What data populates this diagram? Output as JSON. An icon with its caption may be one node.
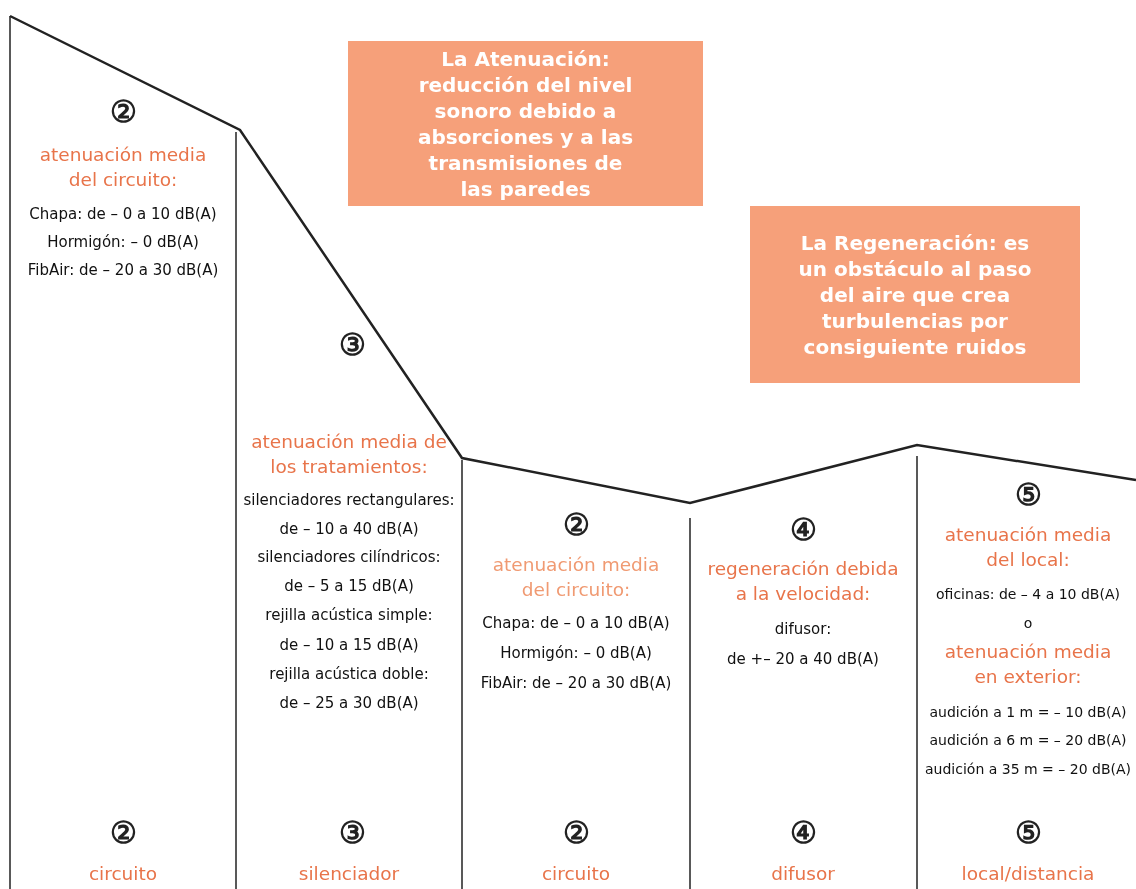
{
  "diagram": {
    "nodes": [
      {
        "text": [
          "La Atenuación: reducción del nivel sonoro debido a absorciones y a las transmisiones de las paredes"
        ]
      },
      {
        "text": [
          "La Regeneración: es un obstáculo al paso del aire que crea turbulencias por consiguiente ruidos"
        ]
      }
    ],
    "edges": [],
    "labels": [
      "②",
      "atenuación media del circuito:",
      "Chapa: de – 0 a 10 dB(A)",
      "Hormigón: – 0 dB(A)",
      "FibAir: de – 20 a 30 dB(A)",
      "③",
      "atenuación media de los tratamientos:",
      "silenciadores rectangulares:",
      "de – 10 a 40 dB(A)",
      "silenciadores cilíndricos:",
      "de – 5 a 15 dB(A)",
      "rejilla acústica simple:",
      "de – 10 a 15 dB(A)",
      "rejilla acústica doble:",
      "de – 25 a 30 dB(A)",
      "②",
      "atenuación media del circuito:",
      "Chapa: de – 0 a 10 dB(A)",
      "Hormigón: – 0 dB(A)",
      "FibAir: de – 20 a 30 dB(A)",
      "④",
      "regeneración debida a la velocidad:",
      "difusor:",
      "de +– 20 a 40 dB(A)",
      "⑤",
      "atenuación media del local:",
      "oficinas: de – 4 a 10 dB(A)",
      "o",
      "atenuación media en exterior:",
      "audición a 1 m = – 10 dB(A)",
      "audición a 6 m = – 20 dB(A)",
      "audición a 35 m = – 20 dB(A)",
      "②",
      "circuito",
      "③",
      "silenciador",
      "②",
      "circuito",
      "④",
      "difusor",
      "⑤",
      "local/distancia"
    ]
  }
}
